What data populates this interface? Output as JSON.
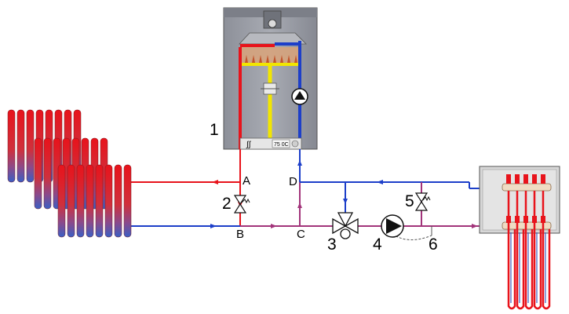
{
  "boiler": {
    "display_text": "75 0C",
    "panel_symbol": "∫∫"
  },
  "points": {
    "a": "A",
    "b": "B",
    "c": "C",
    "d": "D"
  },
  "components": {
    "n1": "1",
    "n2": "2",
    "n3": "3",
    "n4": "4",
    "n5": "5",
    "n6": "6"
  },
  "colors": {
    "supply": "#e8131b",
    "return": "#1d3fc9",
    "mixed": "#a2347a",
    "gas": "#f2e600",
    "boiler_body": "#9b9ea6",
    "panel": "#d8d8d8"
  }
}
